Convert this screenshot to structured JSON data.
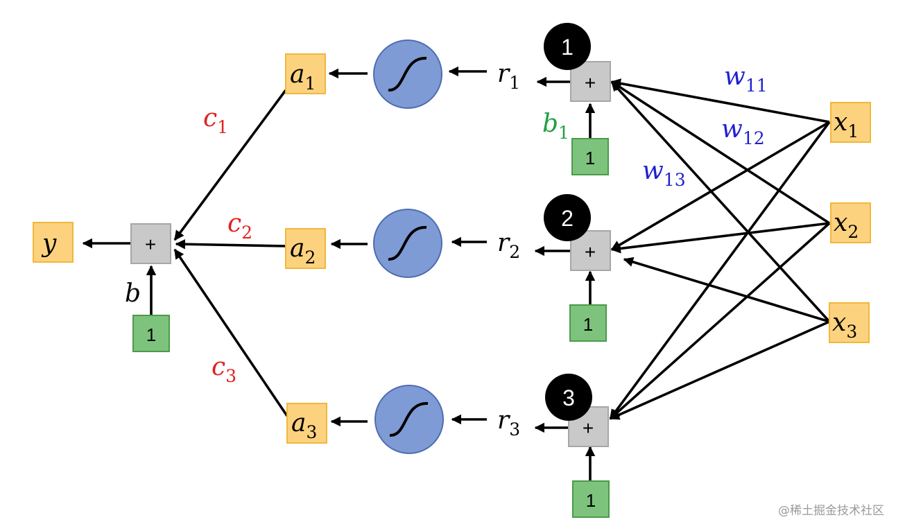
{
  "nodes": {
    "y": {
      "base": "y"
    },
    "a1": {
      "base": "a",
      "sub": "1"
    },
    "a2": {
      "base": "a",
      "sub": "2"
    },
    "a3": {
      "base": "a",
      "sub": "3"
    },
    "r1": {
      "base": "r",
      "sub": "1"
    },
    "r2": {
      "base": "r",
      "sub": "2"
    },
    "r3": {
      "base": "r",
      "sub": "3"
    },
    "x1": {
      "base": "x",
      "sub": "1"
    },
    "x2": {
      "base": "x",
      "sub": "2"
    },
    "x3": {
      "base": "x",
      "sub": "3"
    }
  },
  "plus_symbol": "+",
  "one_label": "1",
  "badges": [
    "1",
    "2",
    "3"
  ],
  "edge_labels": {
    "c1": {
      "base": "c",
      "sub": "1",
      "color": "#e02020"
    },
    "c2": {
      "base": "c",
      "sub": "2",
      "color": "#e02020"
    },
    "c3": {
      "base": "c",
      "sub": "3",
      "color": "#e02020"
    },
    "b": {
      "base": "b",
      "color": "#000000"
    },
    "b1": {
      "base": "b",
      "sub": "1",
      "color": "#20a040"
    },
    "w11": {
      "base": "w",
      "sub": "11",
      "color": "#2020d0"
    },
    "w12": {
      "base": "w",
      "sub": "12",
      "color": "#2020d0"
    },
    "w13": {
      "base": "w",
      "sub": "13",
      "color": "#2020d0"
    }
  },
  "watermark": "@稀土掘金技术社区",
  "colors": {
    "variable_box": "#fdd27f",
    "constant_box": "#7dc37d",
    "sum_box": "#c9c9c9",
    "sigmoid": "#7f9bd6"
  }
}
